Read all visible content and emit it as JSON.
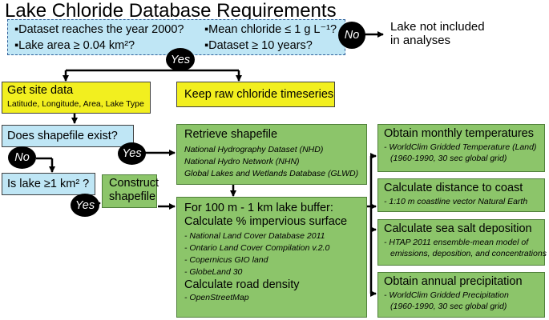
{
  "title": "Lake Chloride Database Requirements",
  "criteria": [
    "▪Dataset reaches the year 2000?",
    "▪Mean chloride ≤ 1 g L⁻¹?",
    "▪Lake area ≥ 0.04 km²?",
    "▪Dataset ≥ 10 years?"
  ],
  "yes_label": "Yes",
  "no_label": "No",
  "exclusion": [
    "Lake not included",
    "in analyses"
  ],
  "get_site": {
    "title": "Get site data",
    "sub": "Latitude, Longitude, Area, Lake Type"
  },
  "keep_raw": "Keep raw chloride timeseries",
  "shapefile_q": "Does shapefile exist?",
  "lake_area_q": "Is lake ≥1 km² ?",
  "construct": [
    "Construct",
    "shapefile"
  ],
  "retrieve": {
    "title": "Retrieve shapefile",
    "items": [
      "National Hydrography Dataset (NHD)",
      "National Hydro Network (NHN)",
      "Global Lakes and Wetlands Database (GLWD)"
    ]
  },
  "buffer": {
    "line1": "For 100 m - 1 km lake buffer:",
    "line2": "Calculate % impervious surface",
    "impervious_items": [
      "- National Land Cover Database 2011",
      "- Ontario Land Cover Compilation v.2.0",
      "- Copernicus GIO land",
      "- GlobeLand 30"
    ],
    "road": "Calculate road density",
    "road_items": [
      "- OpenStreetMap"
    ]
  },
  "temps": {
    "title": "Obtain monthly temperatures",
    "items": [
      "- WorldClim Gridded Temperature (Land)",
      "(1960-1990, 30 sec global grid)"
    ]
  },
  "coast": {
    "title": "Calculate distance to coast",
    "items": [
      "- 1:10 m coastline vector Natural Earth"
    ]
  },
  "salt": {
    "title": "Calculate sea salt deposition",
    "items": [
      "- HTAP 2011 ensemble-mean model of",
      "emissions, deposition, and concentrations"
    ]
  },
  "precip": {
    "title": "Obtain annual precipitation",
    "items": [
      "- WorldClim Gridded Precipitation",
      "(1960-1990, 30 sec global grid)"
    ]
  },
  "colors": {
    "blue_box": "#bfe6f5",
    "yellow_box": "#f2ef1f",
    "green_box": "#8cc56a",
    "circle": "#000000"
  }
}
